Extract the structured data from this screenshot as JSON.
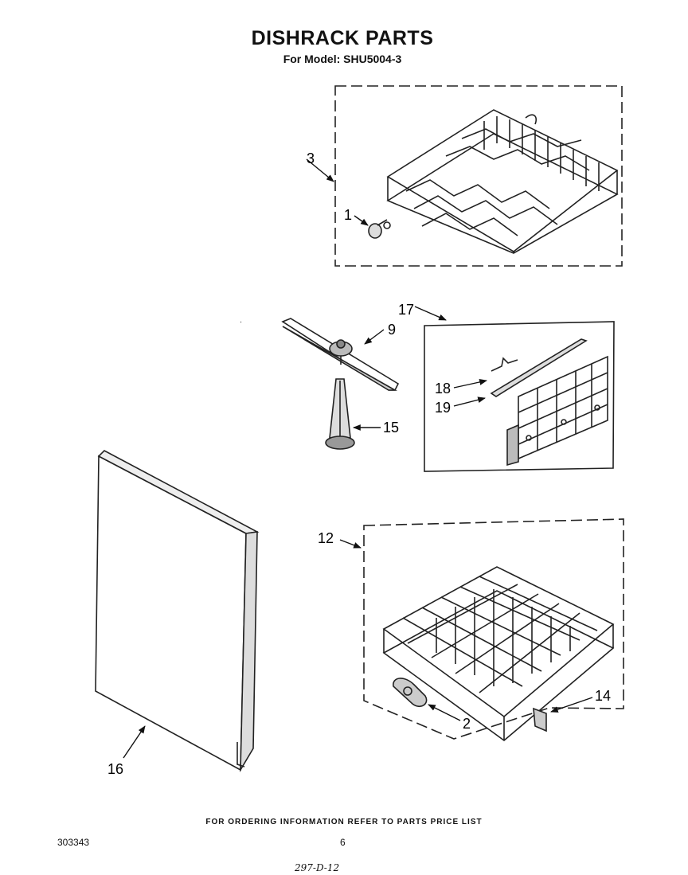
{
  "title": "DISHRACK PARTS",
  "subtitle": "For Model: SHU5004-3",
  "callouts": {
    "c1": "1",
    "c2": "2",
    "c3": "3",
    "c9": "9",
    "c12": "12",
    "c14": "14",
    "c15": "15",
    "c16": "16",
    "c17": "17",
    "c18": "18",
    "c19": "19"
  },
  "footer": {
    "note": "FOR ORDERING INFORMATION REFER TO PARTS PRICE LIST",
    "doc_number": "303343",
    "page_number": "6",
    "handwritten": "297-D-12"
  }
}
